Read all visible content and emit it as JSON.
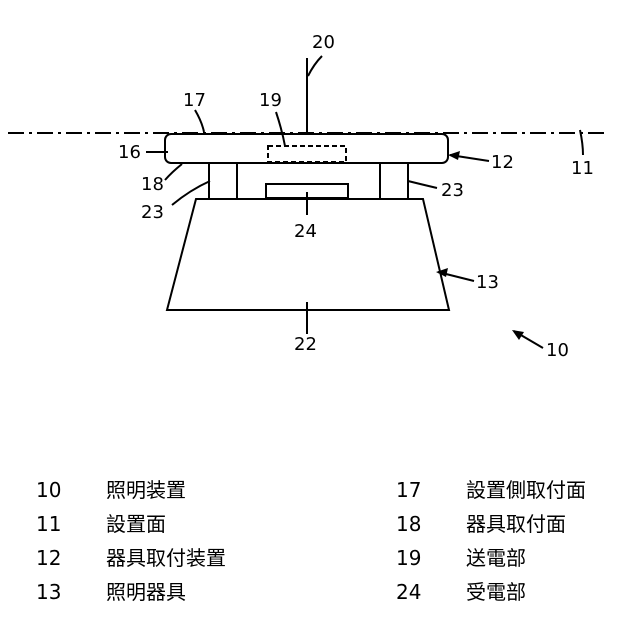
{
  "figure": {
    "labels": {
      "l20": "20",
      "l17": "17",
      "l19": "19",
      "l16": "16",
      "l12": "12",
      "l11": "11",
      "l18": "18",
      "l23a": "23",
      "l23b": "23",
      "l24": "24",
      "l13": "13",
      "l22": "22",
      "l10": "10"
    }
  },
  "legend": {
    "left": [
      {
        "num": "10",
        "term": "照明装置"
      },
      {
        "num": "11",
        "term": "設置面"
      },
      {
        "num": "12",
        "term": "器具取付装置"
      },
      {
        "num": "13",
        "term": "照明器具"
      }
    ],
    "right": [
      {
        "num": "17",
        "term": "設置側取付面"
      },
      {
        "num": "18",
        "term": "器具取付面"
      },
      {
        "num": "19",
        "term": "送電部"
      },
      {
        "num": "24",
        "term": "受電部"
      }
    ]
  }
}
